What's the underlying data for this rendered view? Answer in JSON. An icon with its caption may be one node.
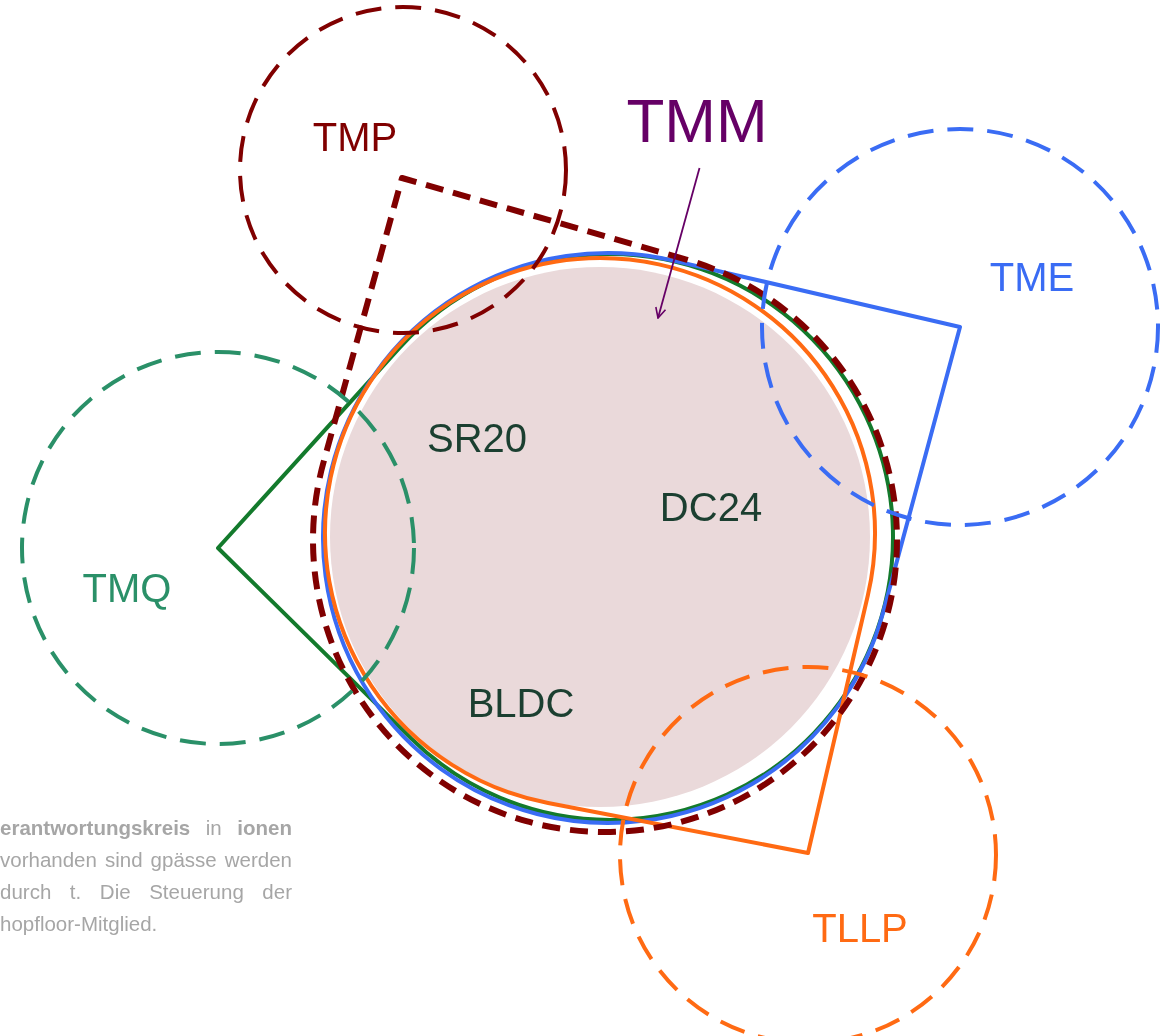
{
  "diagram": {
    "nodes": [
      {
        "text": [
          "TMP"
        ]
      },
      {
        "text": [
          "TME"
        ]
      },
      {
        "text": [
          "TMQ"
        ]
      },
      {
        "text": [
          "TLLP"
        ]
      },
      {
        "text": [
          "TMM"
        ]
      },
      {
        "text": [
          "SR20",
          "DC24",
          "BLDC"
        ]
      }
    ],
    "edges": [
      {
        "from": 4,
        "to": 5,
        "arrow": "to"
      }
    ],
    "labels": [
      "**erantwortungskreis** in **ionen** vorhanden sind gpässe werden durch t. Die Steuerung der hopfloor-Mitglied."
    ]
  }
}
